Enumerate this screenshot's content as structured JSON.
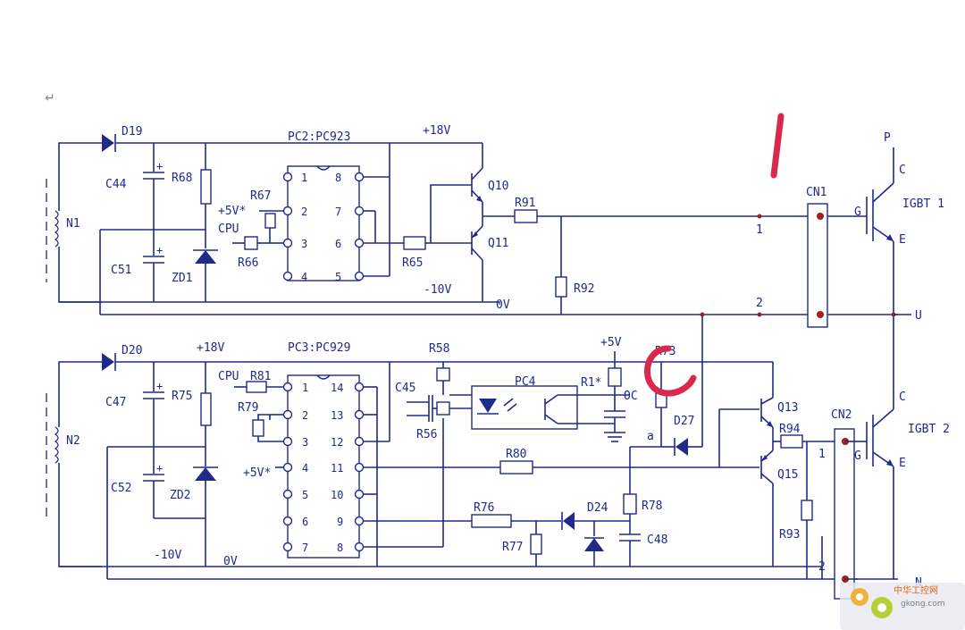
{
  "return_mark": "↵",
  "upper": {
    "diode": "D19",
    "transformer": "N1",
    "cap1": "C44",
    "cap2": "C51",
    "res_bias": "R68",
    "zener": "ZD1",
    "optocoupler": "PC2:PC923",
    "supply_pos": "+18V",
    "supply_neg": "-10V",
    "zero": "0V",
    "r67": "R67",
    "plus5": "+5V*",
    "cpu": "CPU",
    "r66": "R66",
    "r65": "R65",
    "q10": "Q10",
    "q11": "Q11",
    "r91": "R91",
    "r92": "R92",
    "pins_left": [
      "1",
      "2",
      "3",
      "4"
    ],
    "pins_right": [
      "8",
      "7",
      "6",
      "5"
    ],
    "connector": "CN1",
    "conn_pin1": "1",
    "conn_pin2": "2"
  },
  "lower": {
    "diode": "D20",
    "transformer": "N2",
    "cap1": "C47",
    "cap2": "C52",
    "res_bias": "R75",
    "zener": "ZD2",
    "supply_pos": "+18V",
    "supply_neg": "-10V",
    "zero": "0V",
    "optocoupler": "PC3:PC929",
    "cpu": "CPU",
    "r81": "R81",
    "r79": "R79",
    "plus5": "+5V*",
    "pins_left": [
      "1",
      "2",
      "3",
      "4",
      "5",
      "6",
      "7"
    ],
    "pins_right": [
      "14",
      "13",
      "12",
      "11",
      "10",
      "9",
      "8"
    ],
    "r58": "R58",
    "c45": "C45",
    "r56": "R56",
    "pc4": "PC4",
    "plus5v": "+5V",
    "r1": "R1*",
    "oc": "OC",
    "r73": "R73",
    "d27": "D27",
    "node_a": "a",
    "r80": "R80",
    "r76": "R76",
    "d24": "D24",
    "r78": "R78",
    "r77": "R77",
    "c48": "C48",
    "q13": "Q13",
    "q15": "Q15",
    "r94": "R94",
    "r93": "R93",
    "connector": "CN2",
    "conn_pin1": "1",
    "conn_pin2": "2"
  },
  "igbt": {
    "top": "IGBT 1",
    "bottom": "IGBT 2",
    "p": "P",
    "u": "U",
    "c": "C",
    "g": "G",
    "e": "E",
    "n": "N"
  },
  "watermark": {
    "cn": "中华工控网",
    "url": "gkong.com"
  }
}
